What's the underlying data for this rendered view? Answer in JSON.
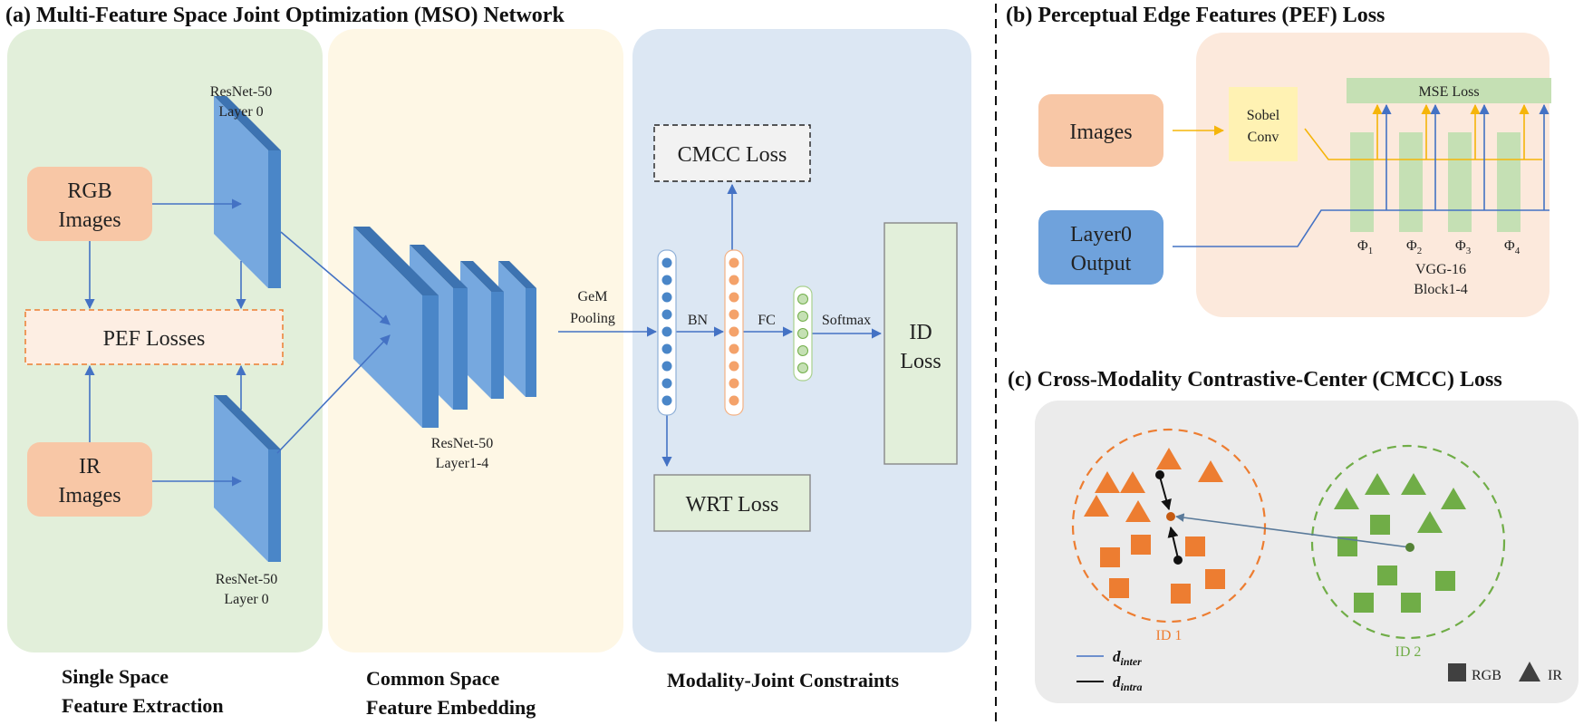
{
  "panel_a": {
    "title": "(a) Multi-Feature Space Joint Optimization (MSO) Network",
    "rgb_images": [
      "RGB",
      "Images"
    ],
    "ir_images": [
      "IR",
      "Images"
    ],
    "pef_losses": "PEF Losses",
    "resnet_layer0_top": [
      "ResNet-50",
      "Layer 0"
    ],
    "resnet_layer0_bottom": [
      "ResNet-50",
      "Layer 0"
    ],
    "resnet_layer14": [
      "ResNet-50",
      "Layer1-4"
    ],
    "gem_pooling": [
      "GeM",
      "Pooling"
    ],
    "bn": "BN",
    "fc": "FC",
    "softmax": "Softmax",
    "cmcc_loss": "CMCC Loss",
    "wrt_loss": "WRT Loss",
    "id_loss": [
      "ID",
      "Loss"
    ],
    "section_single": [
      "Single Space",
      "Feature Extraction"
    ],
    "section_common": [
      "Common Space",
      "Feature Embedding"
    ],
    "section_modality": "Modality-Joint Constraints"
  },
  "panel_b": {
    "title": "(b) Perceptual  Edge Features (PEF) Loss",
    "images": "Images",
    "layer0_output": [
      "Layer0",
      "Output"
    ],
    "sobel_conv": [
      "Sobel",
      "Conv"
    ],
    "mse_loss": "MSE Loss",
    "phi_labels": [
      "Φ",
      "Φ",
      "Φ",
      "Φ"
    ],
    "phi_subs": [
      "1",
      "2",
      "3",
      "4"
    ],
    "vgg": [
      "VGG-16",
      "Block1-4"
    ]
  },
  "panel_c": {
    "title": "(c) Cross-Modality Contrastive-Center (CMCC) Loss",
    "id1": "ID 1",
    "id2": "ID 2",
    "legend_d": [
      "d",
      "d"
    ],
    "legend_sub": [
      "inter",
      "intra"
    ],
    "legend_rgb": "RGB",
    "legend_ir": "IR"
  },
  "colors": {
    "green_panel": "#e2efda",
    "yellow_panel": "#fef7e5",
    "blue_panel": "#dce7f3",
    "orange_box": "#f8c7a6",
    "blue_box": "#6fa2dc",
    "conv_face": "#76a8df",
    "conv_side": "#4a86c8",
    "conv_top": "#3d73b1",
    "arrow_blue": "#4472c4",
    "orange_mark": "#ed7d31",
    "green_mark": "#70ad47",
    "arrow_yellow": "#f5b50a"
  }
}
